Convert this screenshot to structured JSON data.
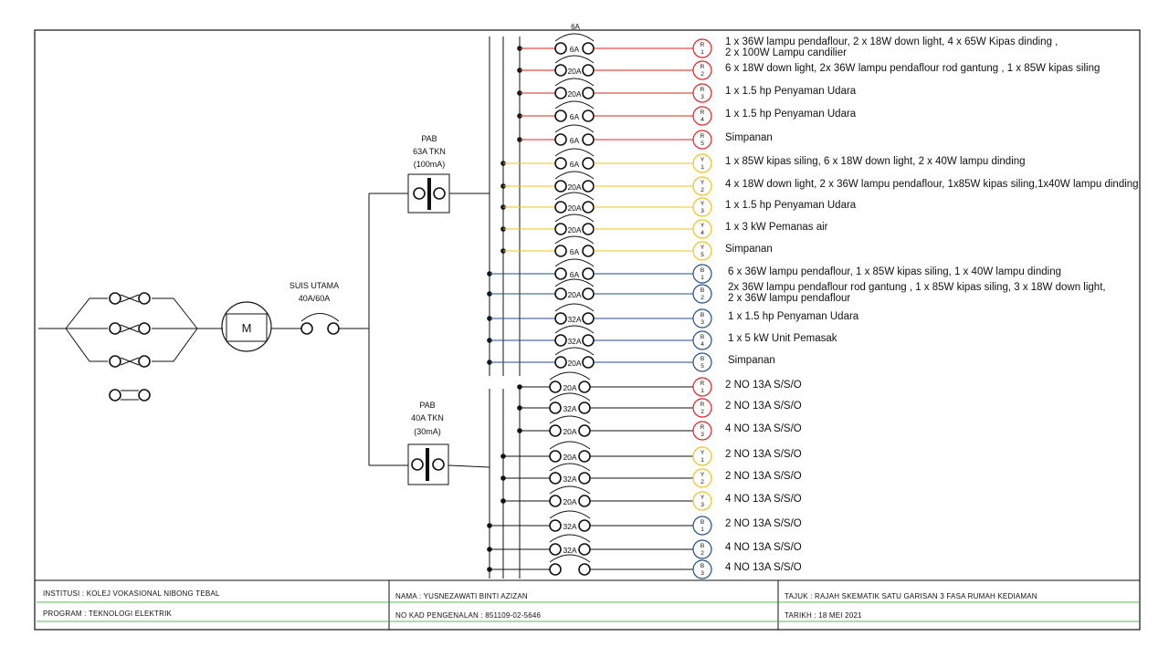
{
  "main_supply": {
    "motor_label": "M",
    "switch_title": "SUIS UTAMA",
    "switch_rating": "40A/60A"
  },
  "rcd_lighting": {
    "title": "PAB",
    "rating": "63A TKN",
    "sensitivity": "(100mA)"
  },
  "rcd_power": {
    "title": "PAB",
    "rating": "40A TKN",
    "sensitivity": "(30mA)"
  },
  "top_label": "6A",
  "circuits": [
    {
      "phase": "R",
      "num": "1",
      "rating": "6A",
      "desc": [
        "1 x 36W lampu pendaflour, 2 x 18W down light, 4 x 65W Kipas dinding ,",
        "2 x 100W Lampu candilier"
      ]
    },
    {
      "phase": "R",
      "num": "2",
      "rating": "20A",
      "desc": [
        "6 x 18W down light, 2x 36W lampu pendaflour rod gantung , 1 x 85W kipas siling"
      ]
    },
    {
      "phase": "R",
      "num": "3",
      "rating": "20A",
      "desc": [
        "1 x 1.5 hp Penyaman Udara"
      ]
    },
    {
      "phase": "R",
      "num": "4",
      "rating": "6A",
      "desc": [
        "1 x 1.5 hp Penyaman Udara"
      ]
    },
    {
      "phase": "R",
      "num": "5",
      "rating": "6A",
      "desc": [
        "Simpanan"
      ]
    },
    {
      "phase": "Y",
      "num": "1",
      "rating": "6A",
      "desc": [
        "1 x 85W kipas siling, 6 x 18W down light, 2 x 40W  lampu dinding"
      ]
    },
    {
      "phase": "Y",
      "num": "2",
      "rating": "20A",
      "desc": [
        "4 x 18W down light, 2 x 36W lampu pendaflour, 1x85W kipas siling,1x40W lampu dinding"
      ]
    },
    {
      "phase": "Y",
      "num": "3",
      "rating": "20A",
      "desc": [
        "1 x 1.5 hp Penyaman Udara"
      ]
    },
    {
      "phase": "Y",
      "num": "4",
      "rating": "20A",
      "desc": [
        "1 x 3 kW Pemanas air"
      ]
    },
    {
      "phase": "Y",
      "num": "5",
      "rating": "6A",
      "desc": [
        "Simpanan"
      ]
    },
    {
      "phase": "B",
      "num": "1",
      "rating": "6A",
      "desc": [
        "6 x 36W lampu pendaflour, 1 x 85W kipas siling, 1 x 40W lampu dinding"
      ]
    },
    {
      "phase": "B",
      "num": "2",
      "rating": "20A",
      "desc": [
        "2x 36W lampu pendaflour rod gantung , 1 x 85W kipas siling, 3 x 18W down light,",
        "2 x 36W lampu pendaflour"
      ]
    },
    {
      "phase": "B",
      "num": "3",
      "rating": "32A",
      "desc": [
        "1 x 1.5 hp Penyaman Udara"
      ]
    },
    {
      "phase": "B",
      "num": "4",
      "rating": "32A",
      "desc": [
        "1 x 5 kW Unit Pemasak"
      ]
    },
    {
      "phase": "B",
      "num": "5",
      "rating": "20A",
      "desc": [
        "Simpanan"
      ]
    },
    {
      "phase": "R",
      "num": "1",
      "rating": "20A",
      "desc": [
        "2 NO 13A S/S/O"
      ]
    },
    {
      "phase": "R",
      "num": "2",
      "rating": "32A",
      "desc": [
        "2 NO 13A S/S/O"
      ]
    },
    {
      "phase": "R",
      "num": "3",
      "rating": "20A",
      "desc": [
        "4 NO 13A S/S/O"
      ]
    },
    {
      "phase": "Y",
      "num": "1",
      "rating": "20A",
      "desc": [
        "2 NO 13A S/S/O"
      ]
    },
    {
      "phase": "Y",
      "num": "2",
      "rating": "32A",
      "desc": [
        "2 NO 13A S/S/O"
      ]
    },
    {
      "phase": "Y",
      "num": "3",
      "rating": "20A",
      "desc": [
        "4 NO 13A S/S/O"
      ]
    },
    {
      "phase": "B",
      "num": "1",
      "rating": "32A",
      "desc": [
        "2 NO 13A S/S/O"
      ]
    },
    {
      "phase": "B",
      "num": "2",
      "rating": "32A",
      "desc": [
        "4 NO 13A S/S/O"
      ]
    },
    {
      "phase": "B",
      "num": "3",
      "rating": "",
      "desc": [
        "4 NO 13A S/S/O"
      ]
    }
  ],
  "phase_colors": {
    "R": "#e02020",
    "Y": "#f0c020",
    "B": "#1f4e8c",
    "neutral": "#111111"
  },
  "title_block": {
    "institusi": "INSTITUSI    : KOLEJ VOKASIONAL NIBONG TEBAL",
    "program": "PROGRAM : TEKNOLOGI ELEKTRIK",
    "nama": "NAMA                                 : YUSNEZAWATI BINTI AZIZAN",
    "no_kad": "NO KAD PENGENALAN : 851109-02-5646",
    "tajuk": "TAJUK      :   RAJAH SKEMATIK SATU GARISAN 3 FASA RUMAH KEDIAMAN",
    "tarikh": "TARIKH      :   18 MEI 2021"
  }
}
